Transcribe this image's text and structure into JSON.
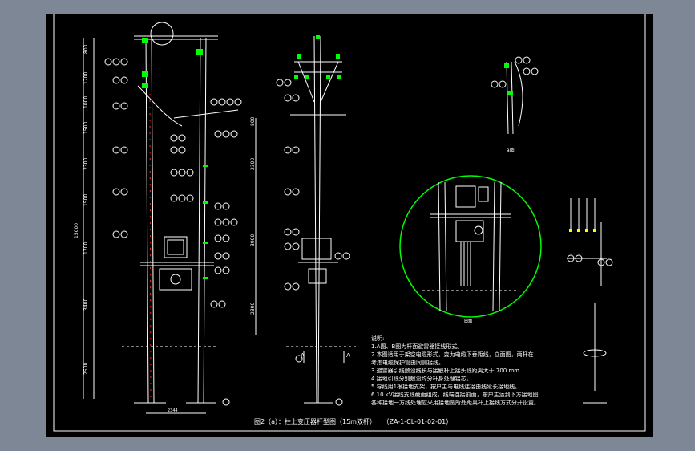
{
  "colors": {
    "background": "#7d8796",
    "sheet": "#000000",
    "line": "#ffffff",
    "accent_green": "#00ff00",
    "accent_yellow": "#ffff00",
    "accent_red": "#ff2020",
    "accent_cyan": "#00ffff"
  },
  "left_view": {
    "dimensions": [
      "800",
      "1700",
      "1000",
      "1500",
      "2300",
      "1500",
      "1700",
      "3400",
      "2500"
    ],
    "total_height": "15000",
    "right_dimensions": [
      "800",
      "2300",
      "3900",
      "2300"
    ],
    "pole_spacing": "2344"
  },
  "section_marks": {
    "a_left": "A",
    "a_right": "A"
  },
  "detail_labels": {
    "detail_a": "a图",
    "detail_b": "B图"
  },
  "notes": {
    "title": "说明:",
    "lines": [
      "1.A图、B图为杆面避雷器接线形式。",
      "2.本图适用于架空电缆形式，变为电缆下垂距线，立面图，两杆在",
      "  考虑电缆保护管由同侧接线。",
      "3.避雷器引线敷设线长与接触杆上接头线距离大于 700 mm",
      "4.接地引线分别敷设均分杆身处理铝芯。",
      "5.导线用1根接地支架，按户主与电线连接由线延长接地线。",
      "6.10 kV接线支线截面组成，线端连接前面，按户主运到下方接地图",
      "  各种接地一方线处理应采用接地圆所处距离杆上接线方式分开设置。"
    ]
  },
  "caption": {
    "figure": "图2（a）：柱上变压器杆型图（15m双杆）",
    "code": "（ZA-1-CL-01-02-01）"
  }
}
